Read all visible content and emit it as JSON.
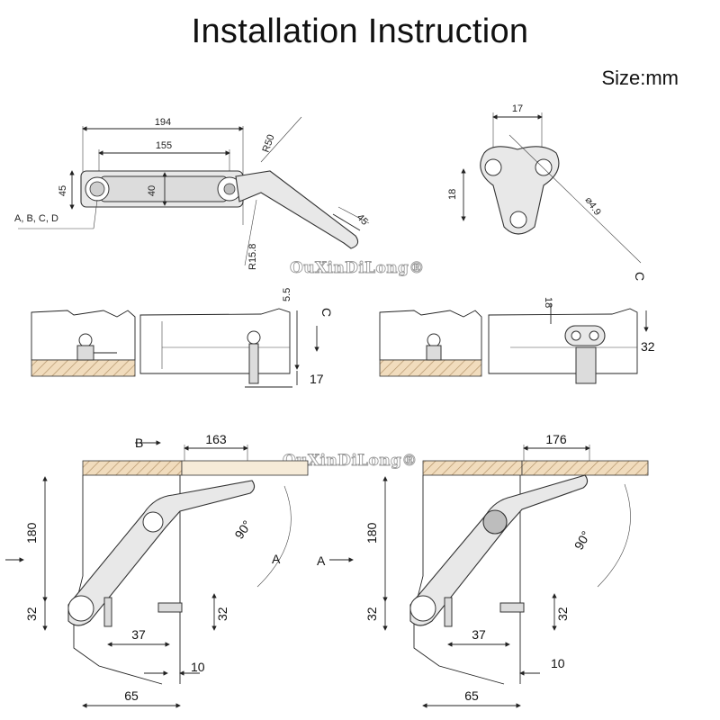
{
  "header": {
    "title": "Installation Instruction",
    "size_note": "Size:mm"
  },
  "watermark": "OuXinDiLong®",
  "top_left_view": {
    "dim_overall": "194",
    "dim_inner": "155",
    "dim_height": "45",
    "dim_bar": "40",
    "dim_r50": "R50",
    "dim_r158": "R15.8",
    "dim_angle": "45",
    "mount_points": "A, B, C, D"
  },
  "top_right_view": {
    "dim_width": "17",
    "dim_height": "18",
    "dim_hole": "⌀4.9"
  },
  "middle_left_view": {
    "dim_top": "5.5",
    "dim_bottom": "17",
    "arrow_label": "C"
  },
  "middle_right_view": {
    "dim_top": "18",
    "dim_right": "32",
    "arrow_label": "C"
  },
  "bottom_left_view": {
    "label_b": "B",
    "label_a": "A",
    "dim_top": "163",
    "dim_height": "180",
    "dim_low": "32",
    "dim_bracket": "32",
    "dim_37": "37",
    "dim_10": "10",
    "dim_65": "65",
    "angle": "90°"
  },
  "bottom_right_view": {
    "label_a": "A",
    "dim_top": "176",
    "dim_height": "180",
    "dim_low": "32",
    "dim_bracket": "32",
    "dim_37": "37",
    "dim_10": "10",
    "dim_65": "65",
    "angle": "90°"
  }
}
